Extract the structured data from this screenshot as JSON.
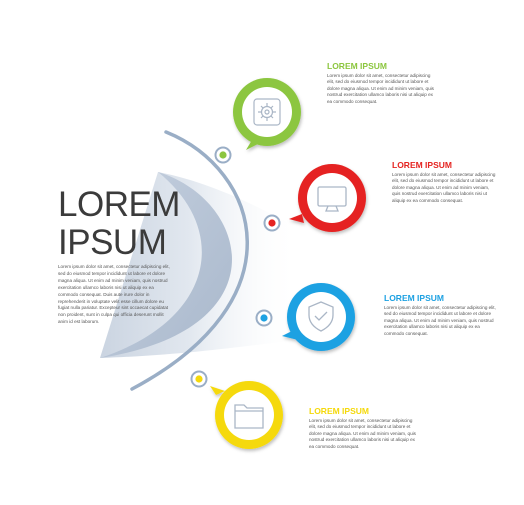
{
  "main": {
    "title_line1": "LOREM",
    "title_line2": "IPSUM",
    "description": "Lorem ipsum dolor sit amet, consectetur adipiscing elit, sed do eiusmod tempor incididunt ut labore et dolore magna aliqua. Ut enim ad minim veniam, quis nostrud exercitation ullamco laboris nisi ut aliquip ex ea commodo consequat. Duis aute irure dolor in reprehenderit in voluptate velit esse cillum dolore eu fugiat nulla pariatur. Excepteur sint occaecat cupidatat non proident, sunt in culpa qui officia deserunt mollit anim id est laborum."
  },
  "steps": [
    {
      "title": "LOREM IPSUM",
      "text": "Lorem ipsum dolor sit amet, consectetur adipiscing elit, sed do eiusmod tempor incididunt ut labore et dolore magna aliqua. Ut enim ad minim veniam, quis nostrud exercitation ullamco laboris nisi ut aliquip ex ea commodo consequat.",
      "color": "#8cc63f",
      "icon": "gear-icon"
    },
    {
      "title": "LOREM IPSUM",
      "text": "Lorem ipsum dolor sit amet, consectetur adipiscing elit, sed do eiusmod tempor incididunt ut labore et dolore magna aliqua. Ut enim ad minim veniam, quis nostrud exercitation ullamco laboris nisi ut aliquip ex ea commodo consequat.",
      "color": "#e52421",
      "icon": "monitor-icon"
    },
    {
      "title": "LOREM IPSUM",
      "text": "Lorem ipsum dolor sit amet, consectetur adipiscing elit, sed do eiusmod tempor incididunt ut labore et dolore magna aliqua. Ut enim ad minim veniam, quis nostrud exercitation ullamco laboris nisi ut aliquip ex ea commodo consequat.",
      "color": "#1da1e2",
      "icon": "shield-check-icon"
    },
    {
      "title": "LOREM IPSUM",
      "text": "Lorem ipsum dolor sit amet, consectetur adipiscing elit, sed do eiusmod tempor incididunt ut labore et dolore magna aliqua. Ut enim ad minim veniam, quis nostrud exercitation ullamco laboris nisi ut aliquip ex ea commodo consequat.",
      "color": "#f5d90a",
      "icon": "folder-icon"
    }
  ],
  "colors": {
    "arc": "#9aaec6",
    "title_text": "#3b3b3b",
    "body_text": "#555555"
  }
}
